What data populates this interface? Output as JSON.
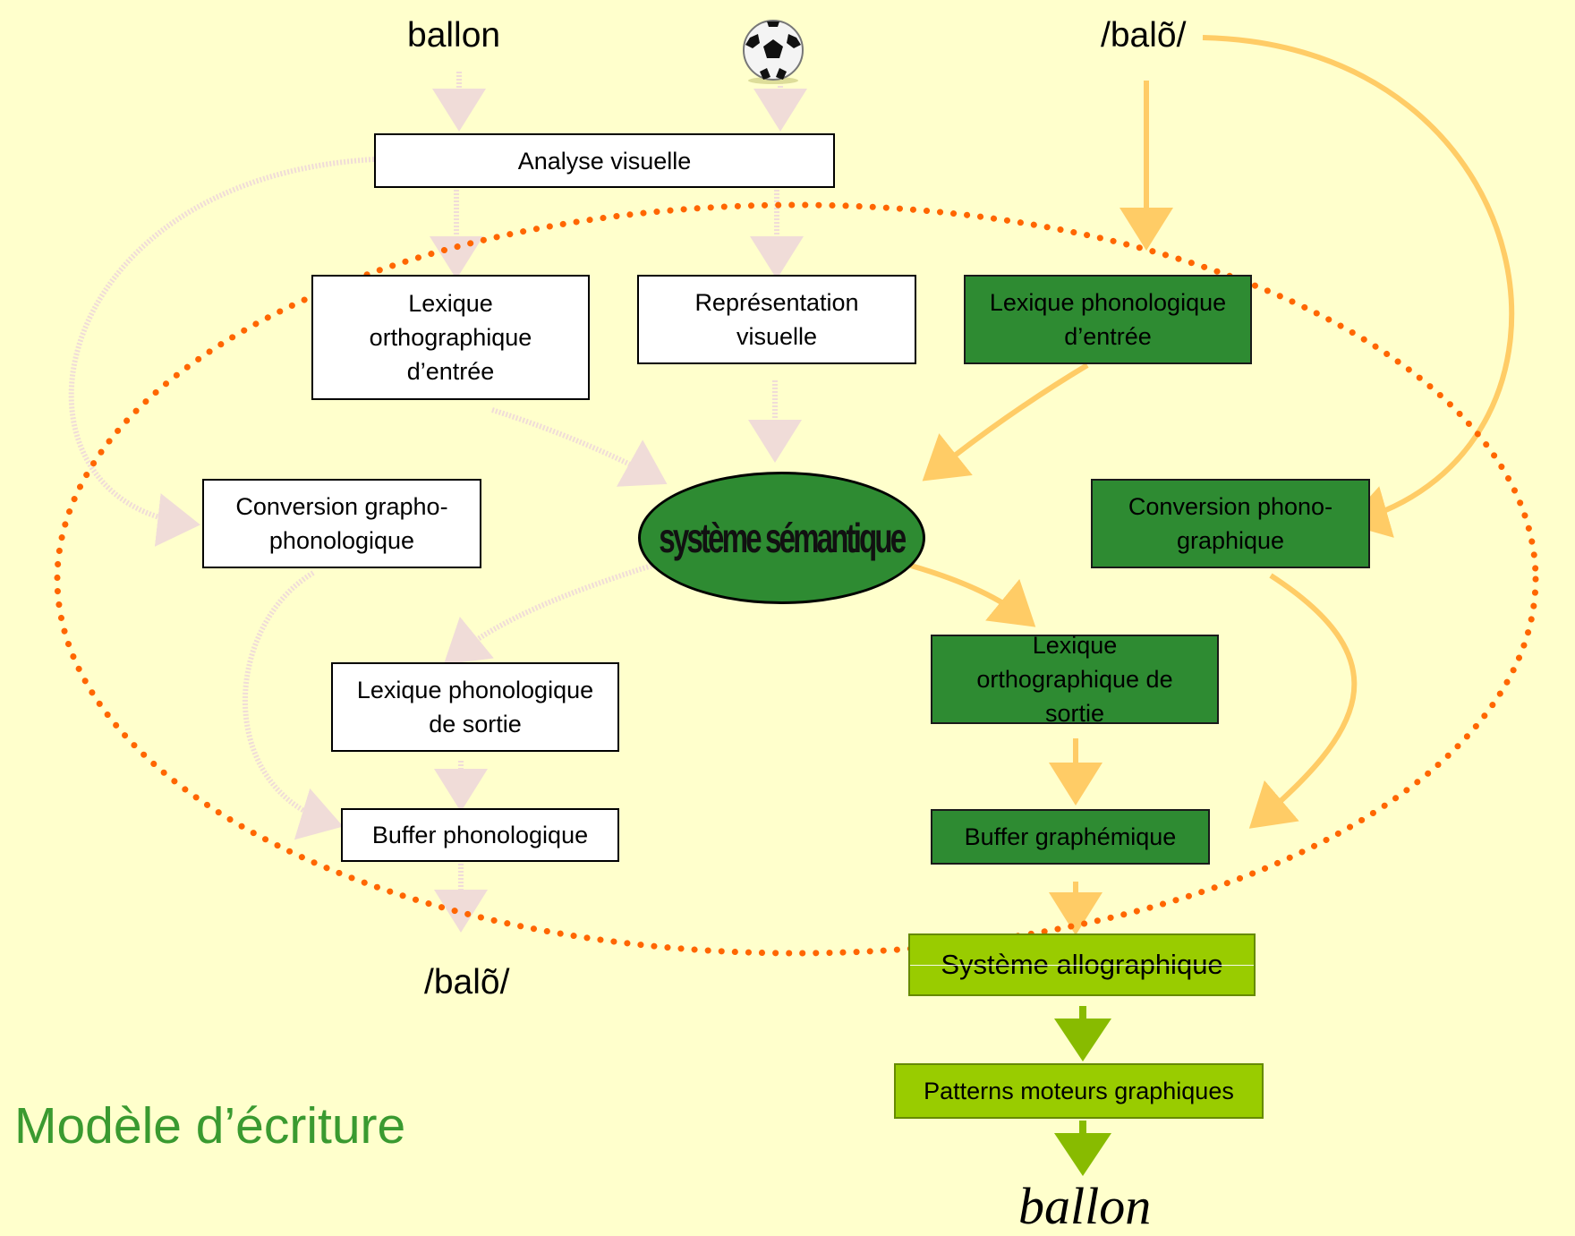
{
  "title": "Modèle d’écriture",
  "input": {
    "written_word": "ballon",
    "picture_icon": "soccer-ball-icon",
    "spoken_word": "/balõ/"
  },
  "output": {
    "spoken_word": "/balõ/",
    "written_word": "ballon"
  },
  "boxes": {
    "visual_analysis": "Analyse visuelle",
    "ortho_input_lexicon": "Lexique orthographique d’entrée",
    "visual_representation": "Représentation visuelle",
    "phono_input_lexicon": "Lexique phonologique d’entrée",
    "grapho_phono_conversion": "Conversion grapho-phonologique",
    "semantic_system": "système sémantique",
    "phono_grapho_conversion": "Conversion phono-graphique",
    "phono_output_lexicon": "Lexique phonologique de sortie",
    "ortho_output_lexicon": "Lexique orthographique de sortie",
    "phono_buffer": "Buffer phonologique",
    "graphemic_buffer": "Buffer graphémique",
    "allographic_system": "Système allographique",
    "motor_patterns": "Patterns moteurs graphiques"
  },
  "colors": {
    "background": "#ffffcc",
    "active_box": "#2e8b32",
    "final_box": "#99cc00",
    "active_arrow": "#ffcc66",
    "final_arrow": "#88bb00",
    "faded_arrow": "#f0dcd8",
    "dotted_ellipse": "#ff6600",
    "title": "#3a9a30"
  }
}
